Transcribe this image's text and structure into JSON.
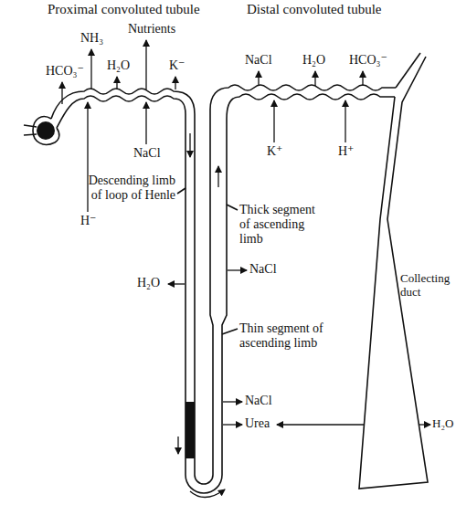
{
  "diagram": {
    "labels": [
      "Proximal convoluted tubule",
      "Distal convoluted tubule",
      "NH₃",
      "Nutrients",
      "HCO₃⁻",
      "H₂O",
      "K⁻",
      "NaCl",
      "H₂O",
      "HCO₃⁻",
      "H⁻",
      "NaCl",
      "K⁺",
      "H⁺",
      "Descending limb of loop of Henle",
      "Thick segment of ascending limb",
      "H₂O",
      "NaCl",
      "Collecting duct",
      "Thin segment of ascending limb",
      "NaCl",
      "Urea",
      "H₂O"
    ]
  }
}
